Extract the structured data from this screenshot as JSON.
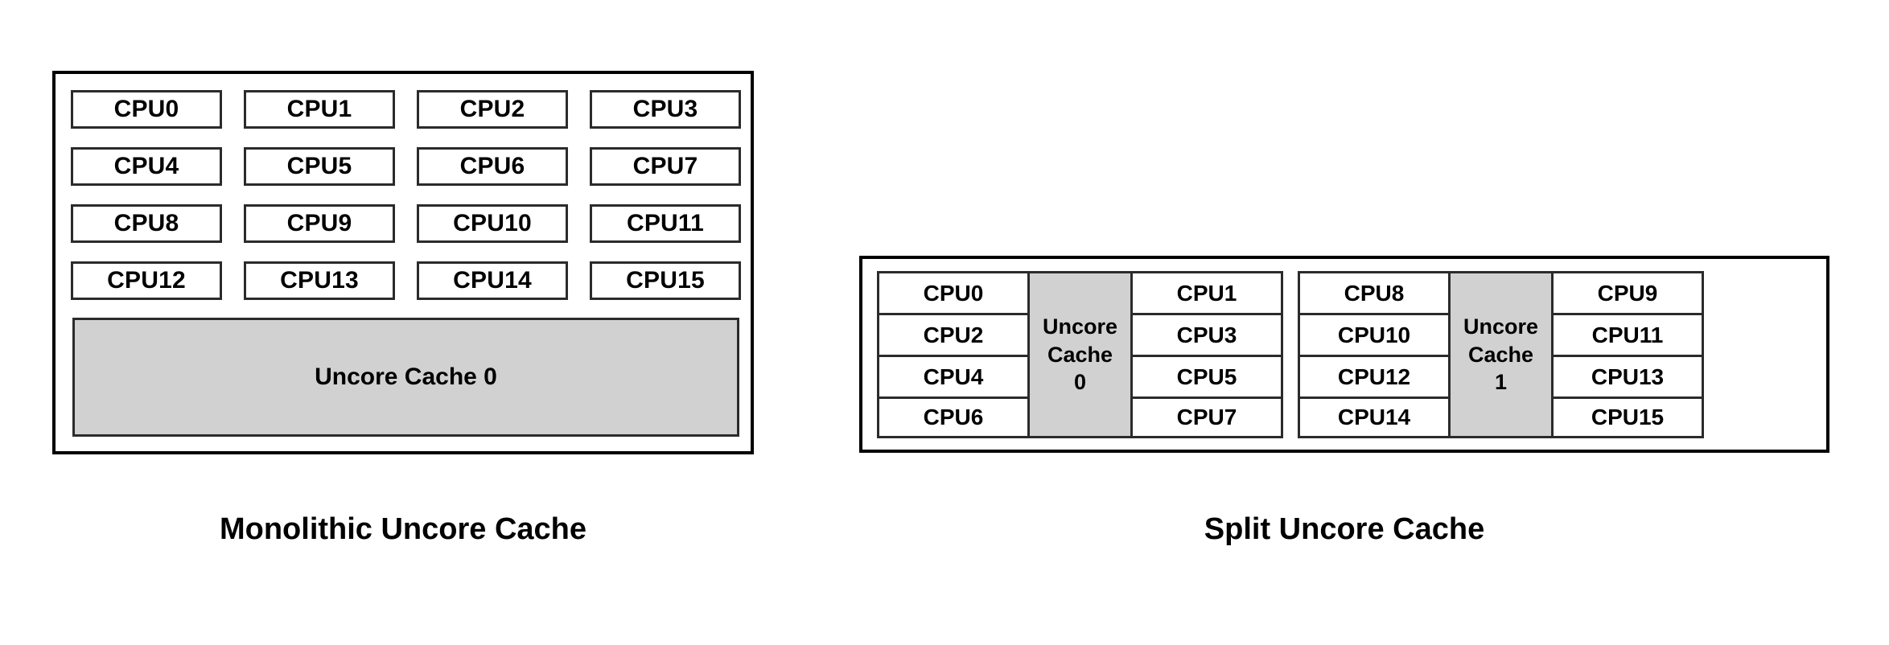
{
  "colors": {
    "cache_fill": "#d1d1d1",
    "cell_border": "#2b2b2b",
    "panel_border": "#000000",
    "background": "#ffffff",
    "text": "#000000"
  },
  "diagrams": {
    "monolithic": {
      "caption": "Monolithic Uncore Cache",
      "cpu_grid": {
        "columns": 4,
        "rows": 4,
        "cells": [
          "CPU0",
          "CPU1",
          "CPU2",
          "CPU3",
          "CPU4",
          "CPU5",
          "CPU6",
          "CPU7",
          "CPU8",
          "CPU9",
          "CPU10",
          "CPU11",
          "CPU12",
          "CPU13",
          "CPU14",
          "CPU15"
        ]
      },
      "cache": {
        "label": "Uncore Cache 0"
      }
    },
    "split": {
      "caption": "Split Uncore Cache",
      "groups": [
        {
          "left_column": [
            "CPU0",
            "CPU2",
            "CPU4",
            "CPU6"
          ],
          "cache_line1": "Uncore",
          "cache_line2": "Cache",
          "cache_line3": "0",
          "right_column": [
            "CPU1",
            "CPU3",
            "CPU5",
            "CPU7"
          ]
        },
        {
          "left_column": [
            "CPU8",
            "CPU10",
            "CPU12",
            "CPU14"
          ],
          "cache_line1": "Uncore",
          "cache_line2": "Cache",
          "cache_line3": "1",
          "right_column": [
            "CPU9",
            "CPU11",
            "CPU13",
            "CPU15"
          ]
        }
      ]
    }
  }
}
